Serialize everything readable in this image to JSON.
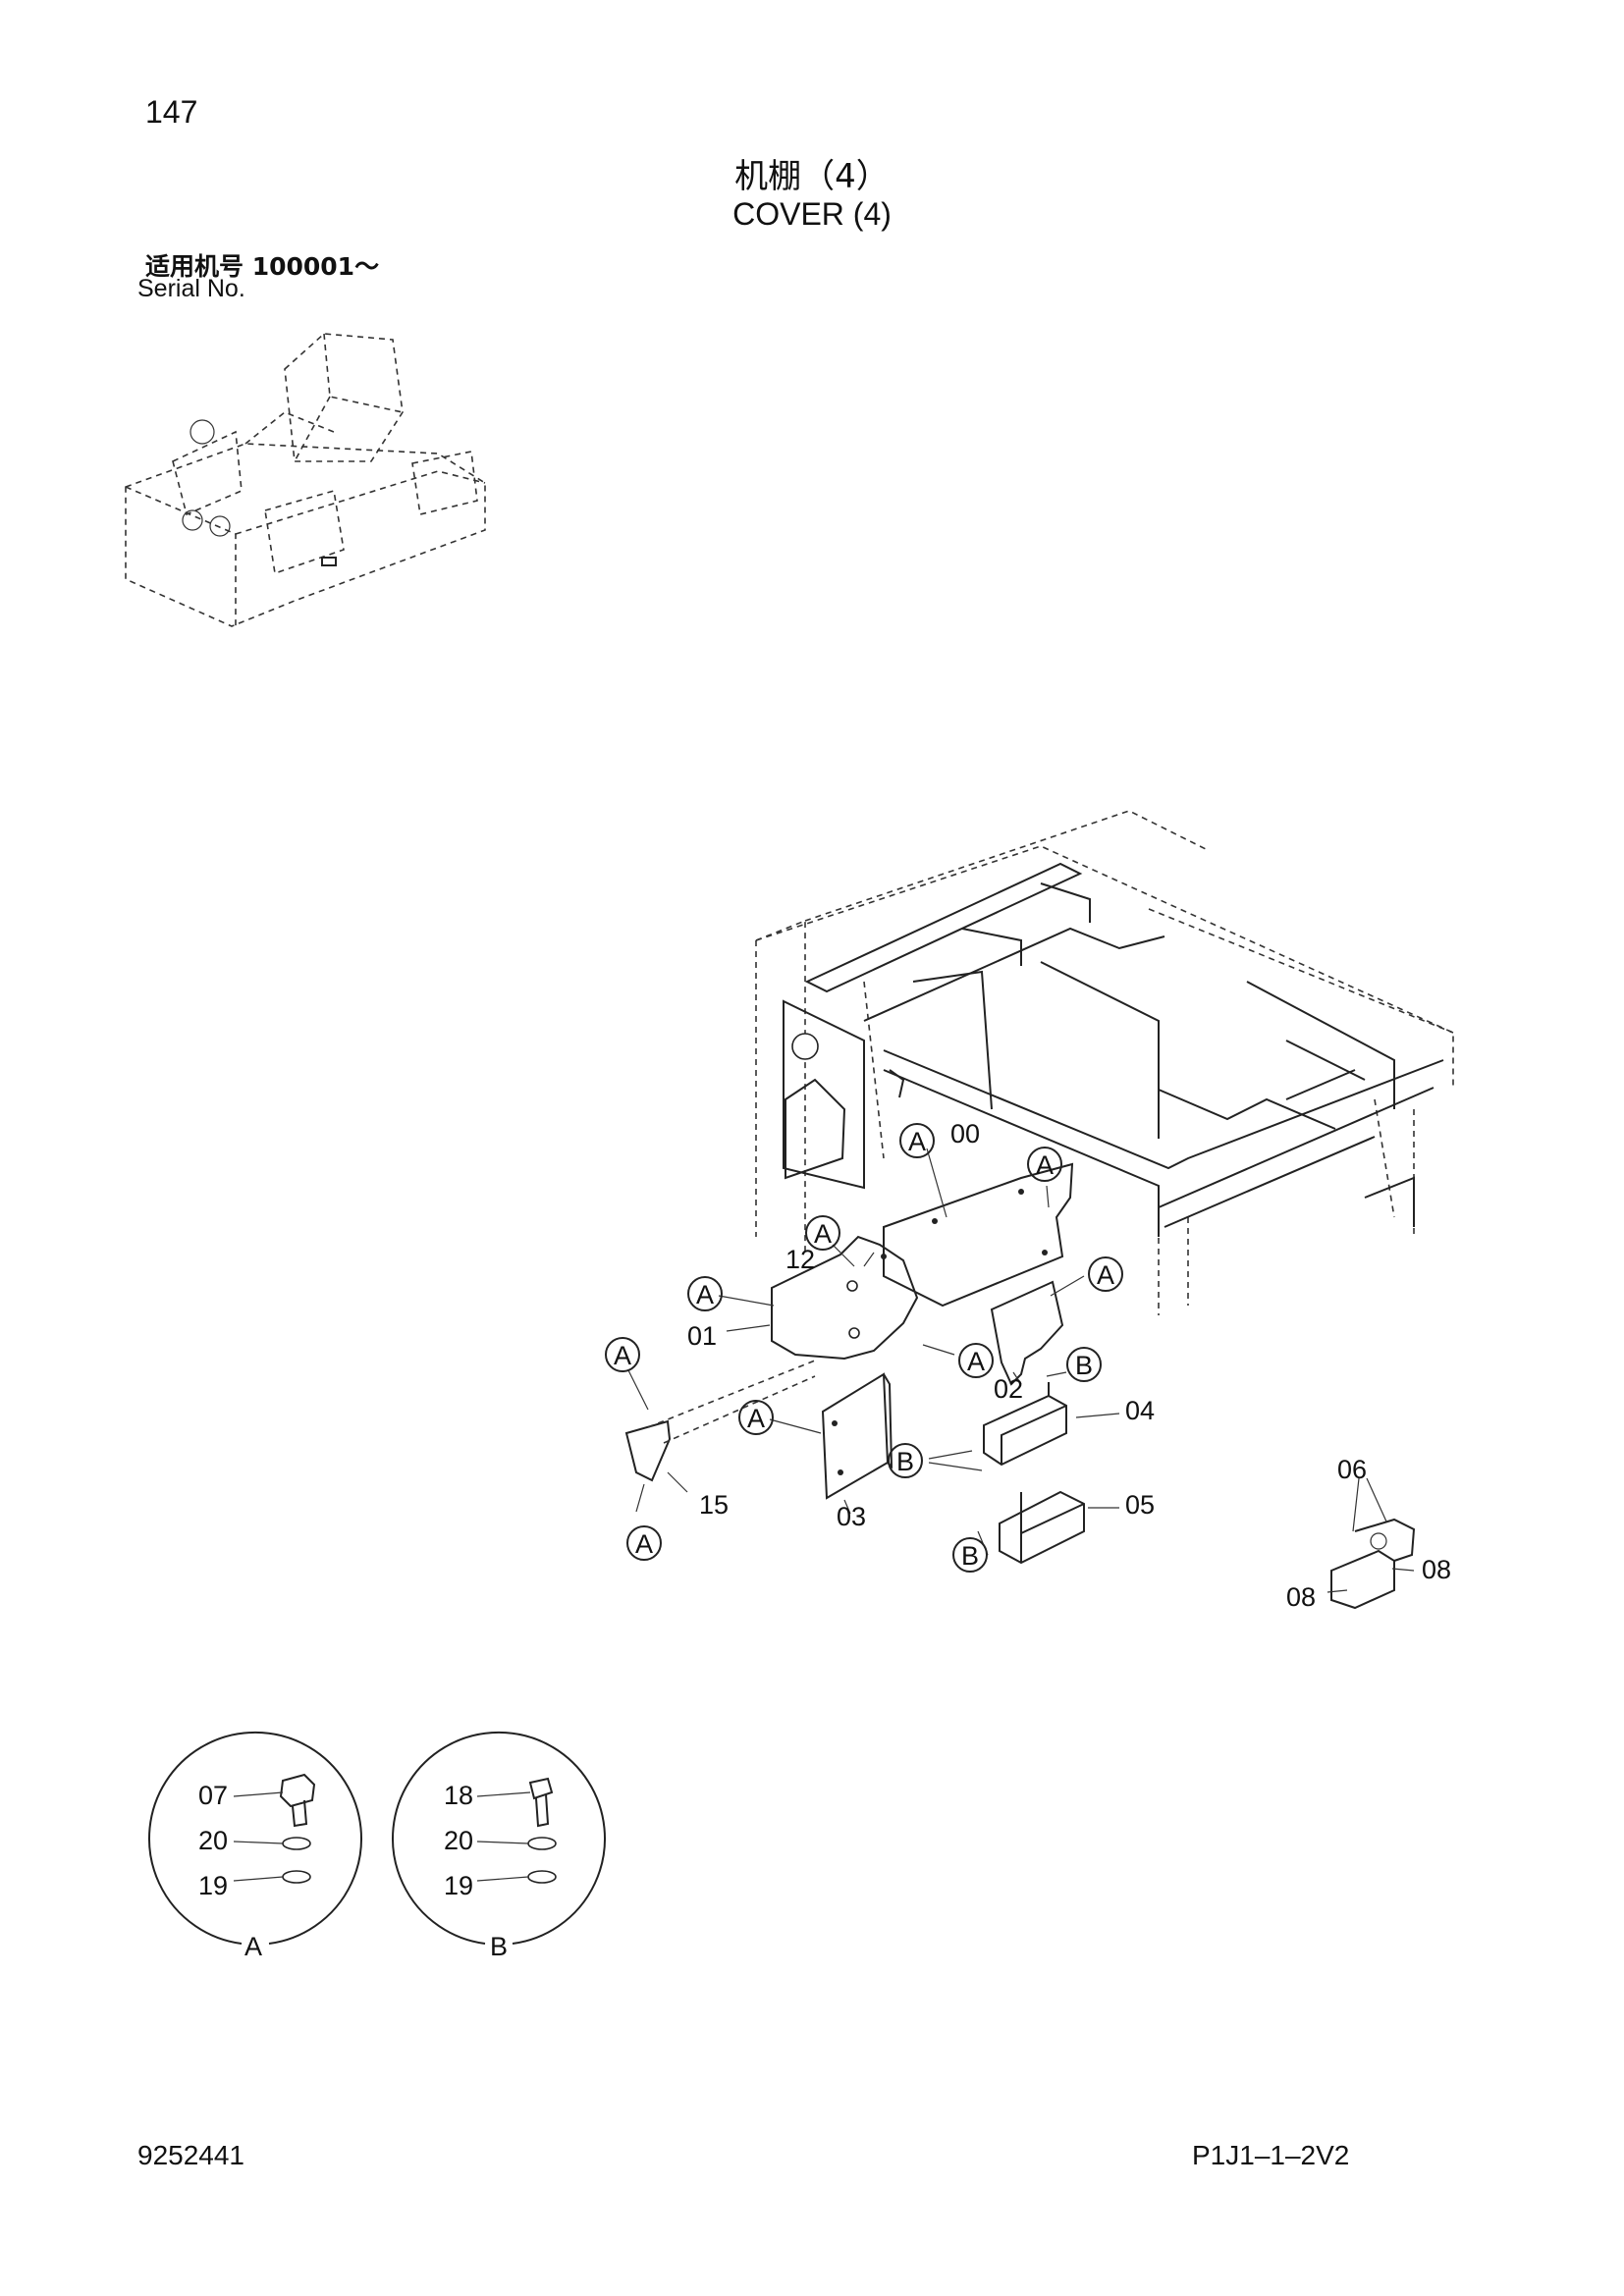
{
  "page_number": "147",
  "title_cn": "机棚（4）",
  "title_en": "COVER (4)",
  "serial_cn": "适用机号  100001～",
  "serial_en": "Serial No.",
  "doc_id": "9252441",
  "figure_code": "P1J1–1–2V2",
  "callouts": {
    "c00": "00",
    "c01": "01",
    "c02": "02",
    "c03": "03",
    "c04": "04",
    "c05": "05",
    "c06": "06",
    "c08a": "08",
    "c08b": "08",
    "c12": "12",
    "c15": "15"
  },
  "ref_letters": {
    "a": "A",
    "b": "B"
  },
  "detail_a": {
    "label": "A",
    "bolt": "07",
    "washer_top": "20",
    "washer_bottom": "19"
  },
  "detail_b": {
    "label": "B",
    "bolt": "18",
    "washer_top": "20",
    "washer_bottom": "19"
  }
}
